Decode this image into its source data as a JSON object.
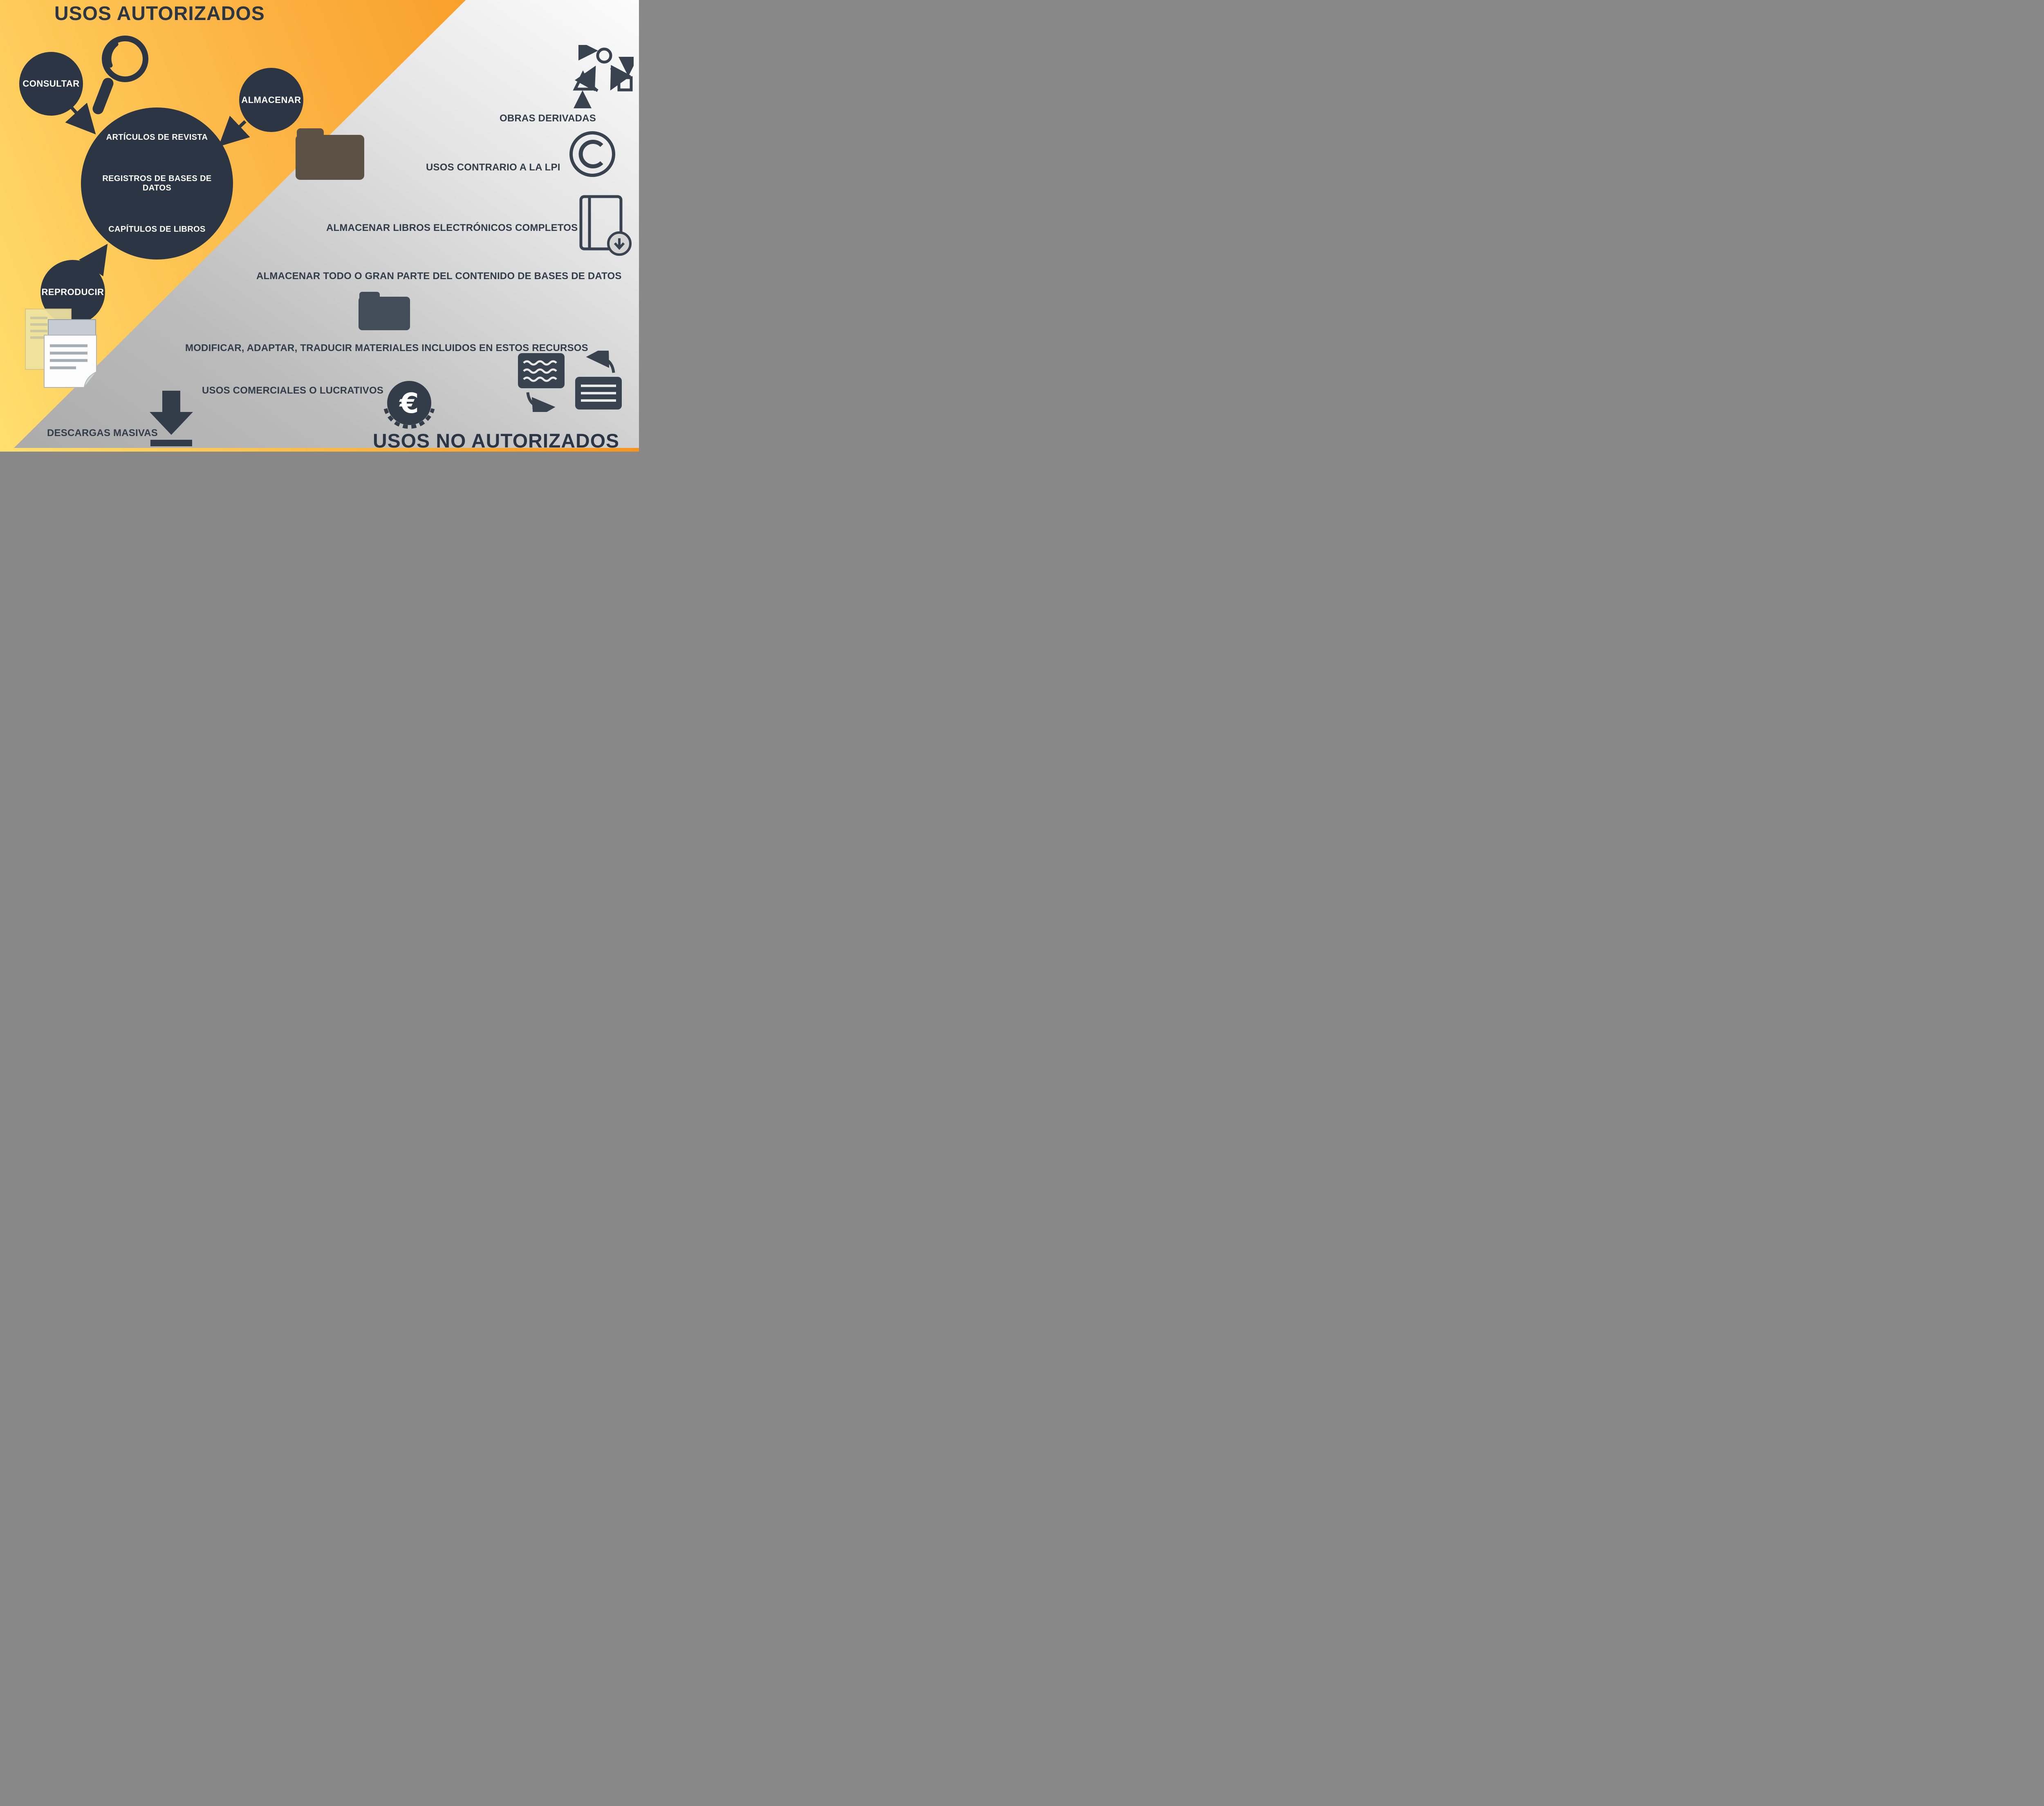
{
  "authorized": {
    "title": "USOS AUTORIZADOS",
    "consultar": "CONSULTAR",
    "almacenar": "ALMACENAR",
    "reproducir": "REPRODUCIR",
    "center": {
      "articulos": "ARTÍCULOS DE REVISTA",
      "registros": "REGISTROS DE BASES DE DATOS",
      "capitulos": "CAPÍTULOS DE LIBROS"
    }
  },
  "unauthorized": {
    "title": "USOS NO AUTORIZADOS",
    "obras_derivadas": "OBRAS DERIVADAS",
    "usos_contrario_lpi": "USOS CONTRARIO A LA LPI",
    "almacenar_libros": "ALMACENAR LIBROS ELECTRÓNICOS COMPLETOS",
    "almacenar_bases": "ALMACENAR TODO O GRAN PARTE DEL CONTENIDO DE BASES DE DATOS",
    "modificar_adaptar": "MODIFICAR, ADAPTAR, TRADUCIR MATERIALES INCLUIDOS EN ESTOS RECURSOS",
    "usos_comerciales": "USOS COMERCIALES O LUCRATIVOS",
    "descargas_masivas": "DESCARGAS MASIVAS"
  },
  "icons": {
    "magnifier": "magnifier-icon",
    "folder": "folder-icon",
    "documents": "documents-icon",
    "download_arrow": "download-arrow-icon",
    "derived_works": "derived-works-icon",
    "copyright": "copyright-icon",
    "ebook_download": "ebook-download-icon",
    "database_folder": "database-folder-icon",
    "translate": "translate-icon",
    "euro_coin": "euro-coin-icon"
  },
  "colors": {
    "navy": "#2b3544",
    "slate": "#39434f",
    "coin": "#333d4a",
    "yellow": "#ffdf6e",
    "orange": "#f7941d",
    "folder_brown": "#5b5145",
    "gray_light": "#fcfcfc",
    "gray_dark": "#aaaaaa"
  }
}
